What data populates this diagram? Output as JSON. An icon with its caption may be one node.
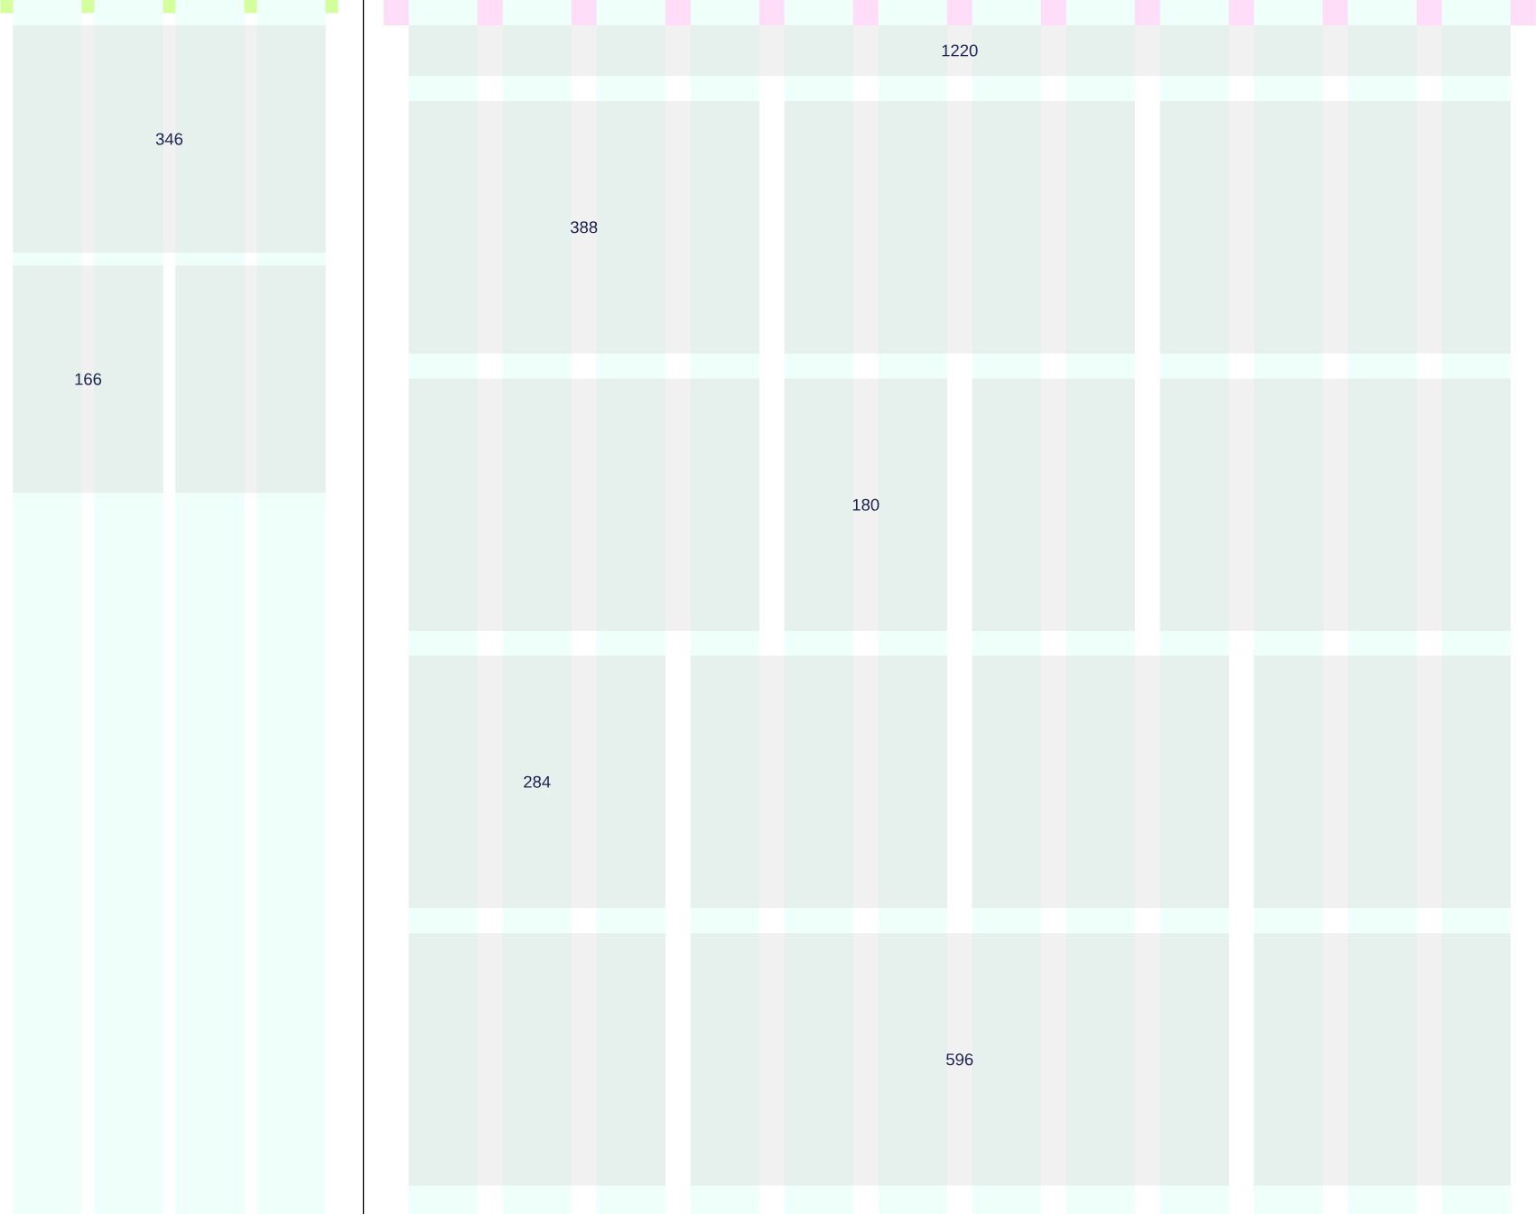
{
  "diagram": {
    "nodes": [
      {
        "text": [
          "346"
        ]
      },
      {
        "text": [
          "166"
        ]
      },
      {
        "text": [],
        "shape": "box"
      },
      {
        "text": [
          "1220"
        ]
      },
      {
        "text": [
          "388"
        ]
      },
      {
        "text": [],
        "shape": "box"
      },
      {
        "text": [],
        "shape": "box"
      },
      {
        "text": [],
        "shape": "box"
      },
      {
        "text": [
          "180"
        ]
      },
      {
        "text": [],
        "shape": "box"
      },
      {
        "text": [],
        "shape": "box"
      },
      {
        "text": [
          "284"
        ]
      },
      {
        "text": [],
        "shape": "box"
      },
      {
        "text": [],
        "shape": "box"
      },
      {
        "text": [],
        "shape": "box"
      },
      {
        "text": [],
        "shape": "box"
      },
      {
        "text": [
          "596"
        ]
      },
      {
        "text": [],
        "shape": "box"
      }
    ]
  }
}
